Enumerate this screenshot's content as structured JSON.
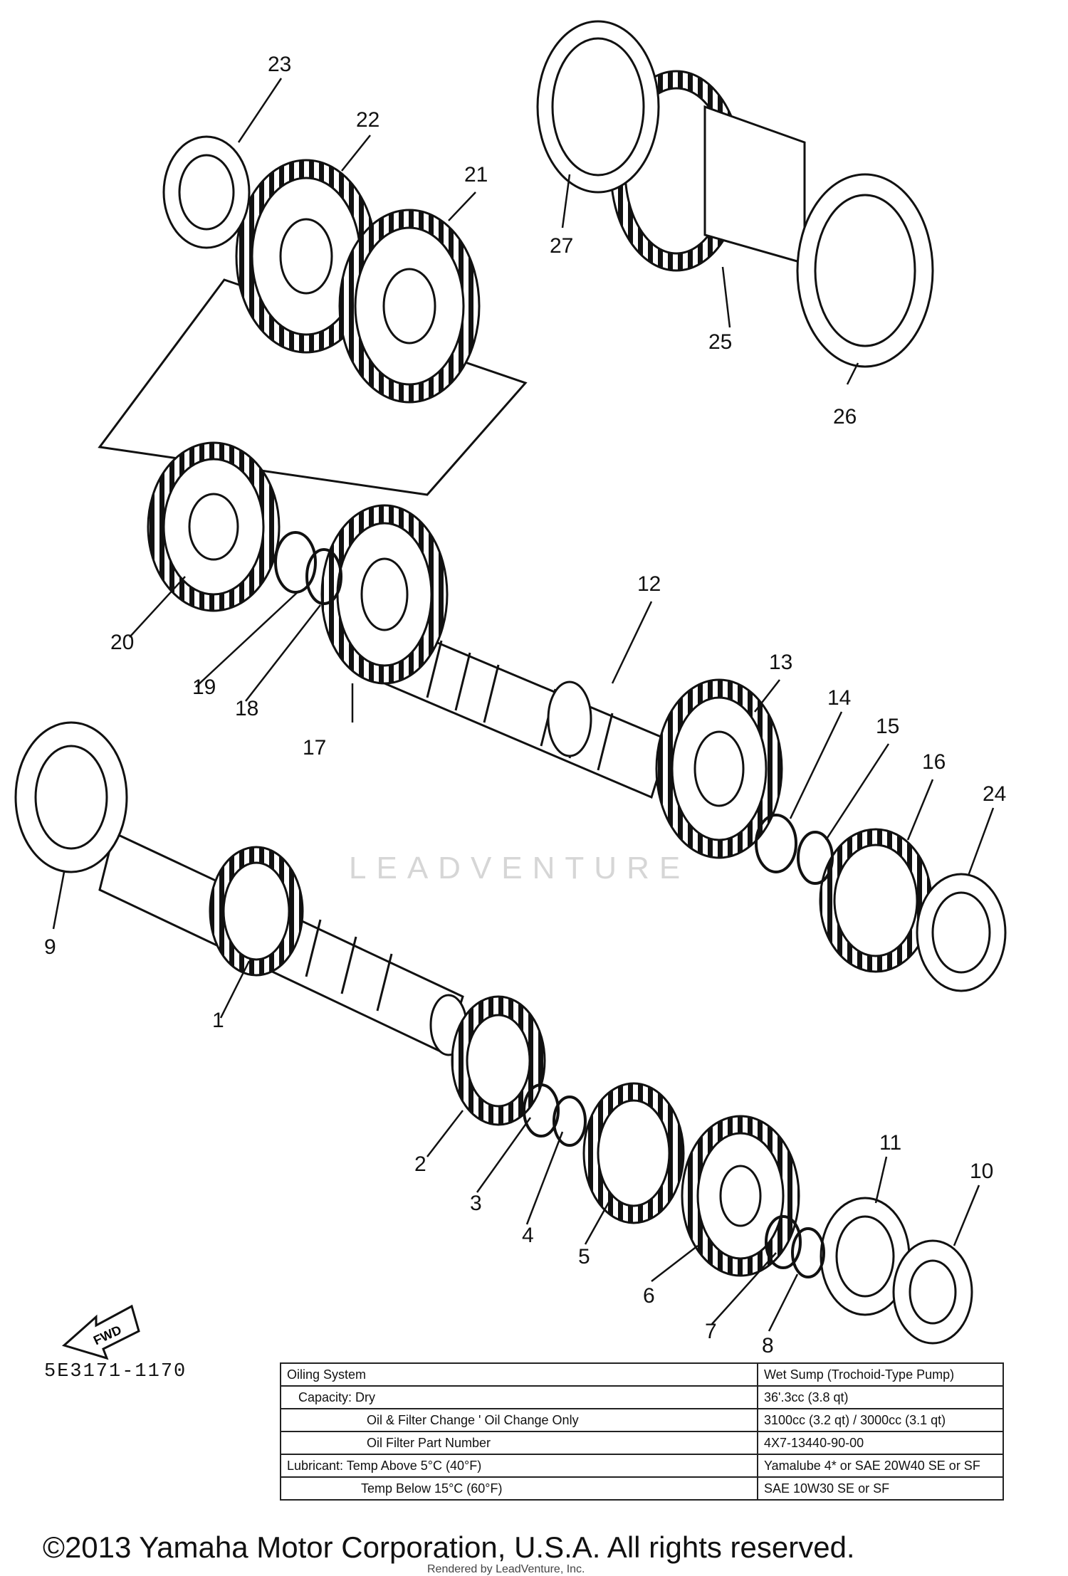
{
  "callouts": [
    "1",
    "2",
    "3",
    "4",
    "5",
    "6",
    "7",
    "8",
    "9",
    "10",
    "11",
    "12",
    "13",
    "14",
    "15",
    "16",
    "17",
    "18",
    "19",
    "20",
    "21",
    "22",
    "23",
    "24",
    "25",
    "26",
    "27"
  ],
  "drawing_code": "5E3171-1170",
  "fwd_label": "FWD",
  "spec_table": [
    {
      "label": "Oiling System",
      "value": "Wet Sump (Trochoid-Type Pump)"
    },
    {
      "label": "Capacity: Dry",
      "value": "36'.3cc (3.8 qt)"
    },
    {
      "label": "Oil & Filter Change ' Oil Change Only",
      "value": "3100cc (3.2 qt) / 3000cc (3.1 qt)"
    },
    {
      "label": "Oil Filter Part Number",
      "value": "4X7-13440-90-00"
    },
    {
      "label": "Lubricant: Temp Above 5°C (40°F)",
      "value": "Yamalube 4* or SAE 20W40 SE or SF"
    },
    {
      "label": "Temp Below 15°C (60°F)",
      "value": "SAE 10W30 SE or SF"
    }
  ],
  "copyright": "©2013 Yamaha Motor Corporation, U.S.A. All rights reserved.",
  "rendered_by": "Rendered by LeadVenture, Inc.",
  "watermark": "LEADVENTURE"
}
